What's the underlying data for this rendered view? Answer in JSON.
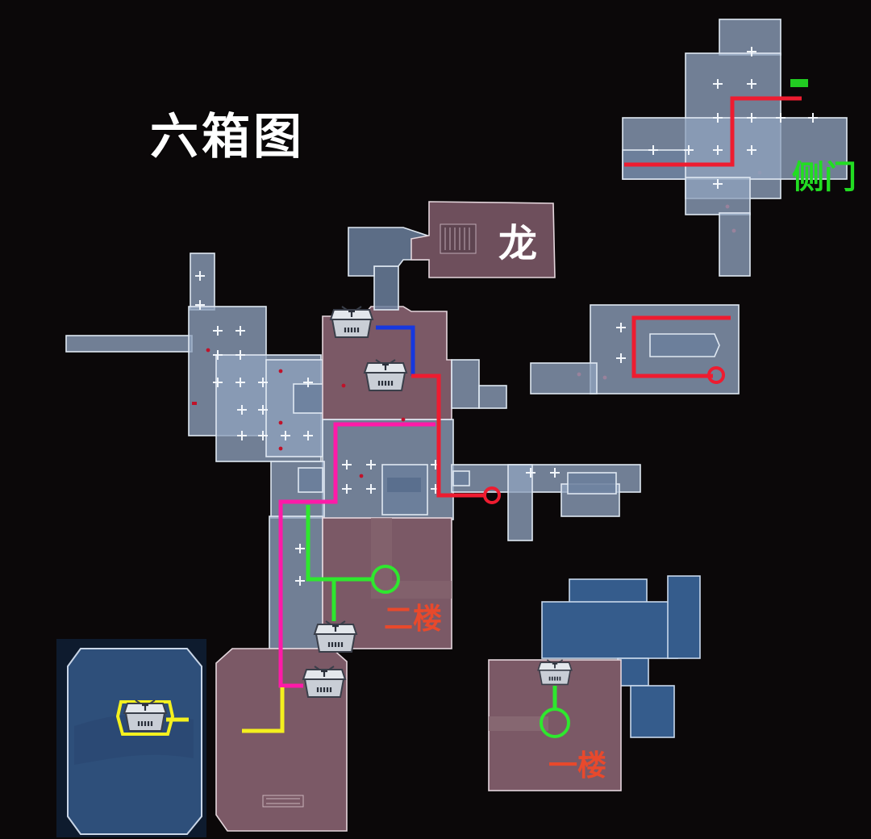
{
  "title": "六箱图",
  "labels": {
    "dragon": "龙",
    "side_door": "侧门",
    "floor_two": "二楼",
    "floor_one": "一楼"
  },
  "colors": {
    "background": "#0b0809",
    "route_red": "#ee1c30",
    "route_blue": "#1638e0",
    "route_magenta": "#ff1aa8",
    "route_green": "#2ee82e",
    "route_yellow": "#f4f01e",
    "room_gray_blue": "#8ea2bd",
    "room_dark_blue": "#355c8c",
    "room_pink": "#7b5966",
    "side_door_label": "#22dd22",
    "floor_label": "#e8492c"
  },
  "icons": [
    "treasure-chest-icon",
    "route-end-circle-icon",
    "enemy-marker-icon"
  ],
  "treasure_chest_count": 6
}
